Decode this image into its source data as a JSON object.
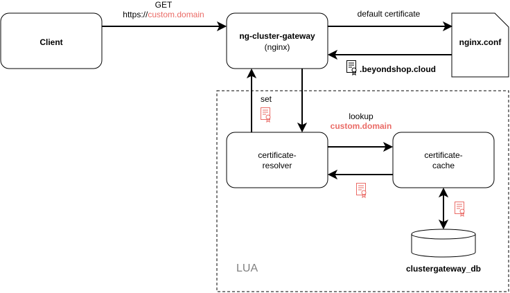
{
  "nodes": {
    "client": {
      "label": "Client"
    },
    "gateway": {
      "label": "ng-cluster-gateway",
      "sublabel": "(nginx)"
    },
    "nginx_conf": {
      "label": "nginx.conf"
    },
    "resolver": {
      "line1": "certificate-",
      "line2": "resolver"
    },
    "cache": {
      "line1": "certificate-",
      "line2": "cache"
    },
    "db": {
      "label": "clustergateway_db"
    }
  },
  "edges": {
    "client_to_gateway": {
      "line1": "GET",
      "prefix": "https://",
      "domain": "custom.domain"
    },
    "gateway_to_conf": {
      "label": "default certificate"
    },
    "conf_to_gateway": {
      "label": ".beyondshop.cloud"
    },
    "resolver_to_gateway": {
      "label": "set"
    },
    "resolver_to_cache": {
      "line1": "lookup",
      "domain": "custom.domain"
    }
  },
  "group": {
    "label": "LUA"
  },
  "colors": {
    "line": "#000000",
    "accent": "#ea6b66",
    "group_label": "#808080",
    "background": "#ffffff"
  },
  "icons": {
    "certificate_black": "certificate-icon",
    "certificate_red": "certificate-icon"
  }
}
